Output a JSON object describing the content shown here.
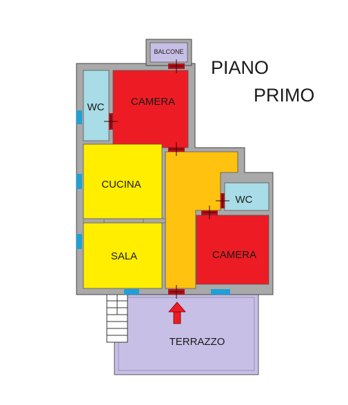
{
  "title": {
    "line1": "PIANO",
    "line2": "PRIMO"
  },
  "rooms": {
    "balcone": "BALCONE",
    "wc_top": "WC",
    "camera_top": "CAMERA",
    "cucina": "CUCINA",
    "sala": "SALA",
    "wc_right": "WC",
    "camera_right": "CAMERA",
    "terrazzo": "TERRAZZO"
  },
  "colors": {
    "wall": "#a9a9a9",
    "wc": "#a8dce6",
    "camera": "#ed1c24",
    "kitchen_living": "#ffee00",
    "hallway": "#ffc20e",
    "terrace": "#c8bfe7",
    "balcony": "#c8bfe7",
    "window": "#1fa0d6",
    "door": "#b5121b"
  }
}
